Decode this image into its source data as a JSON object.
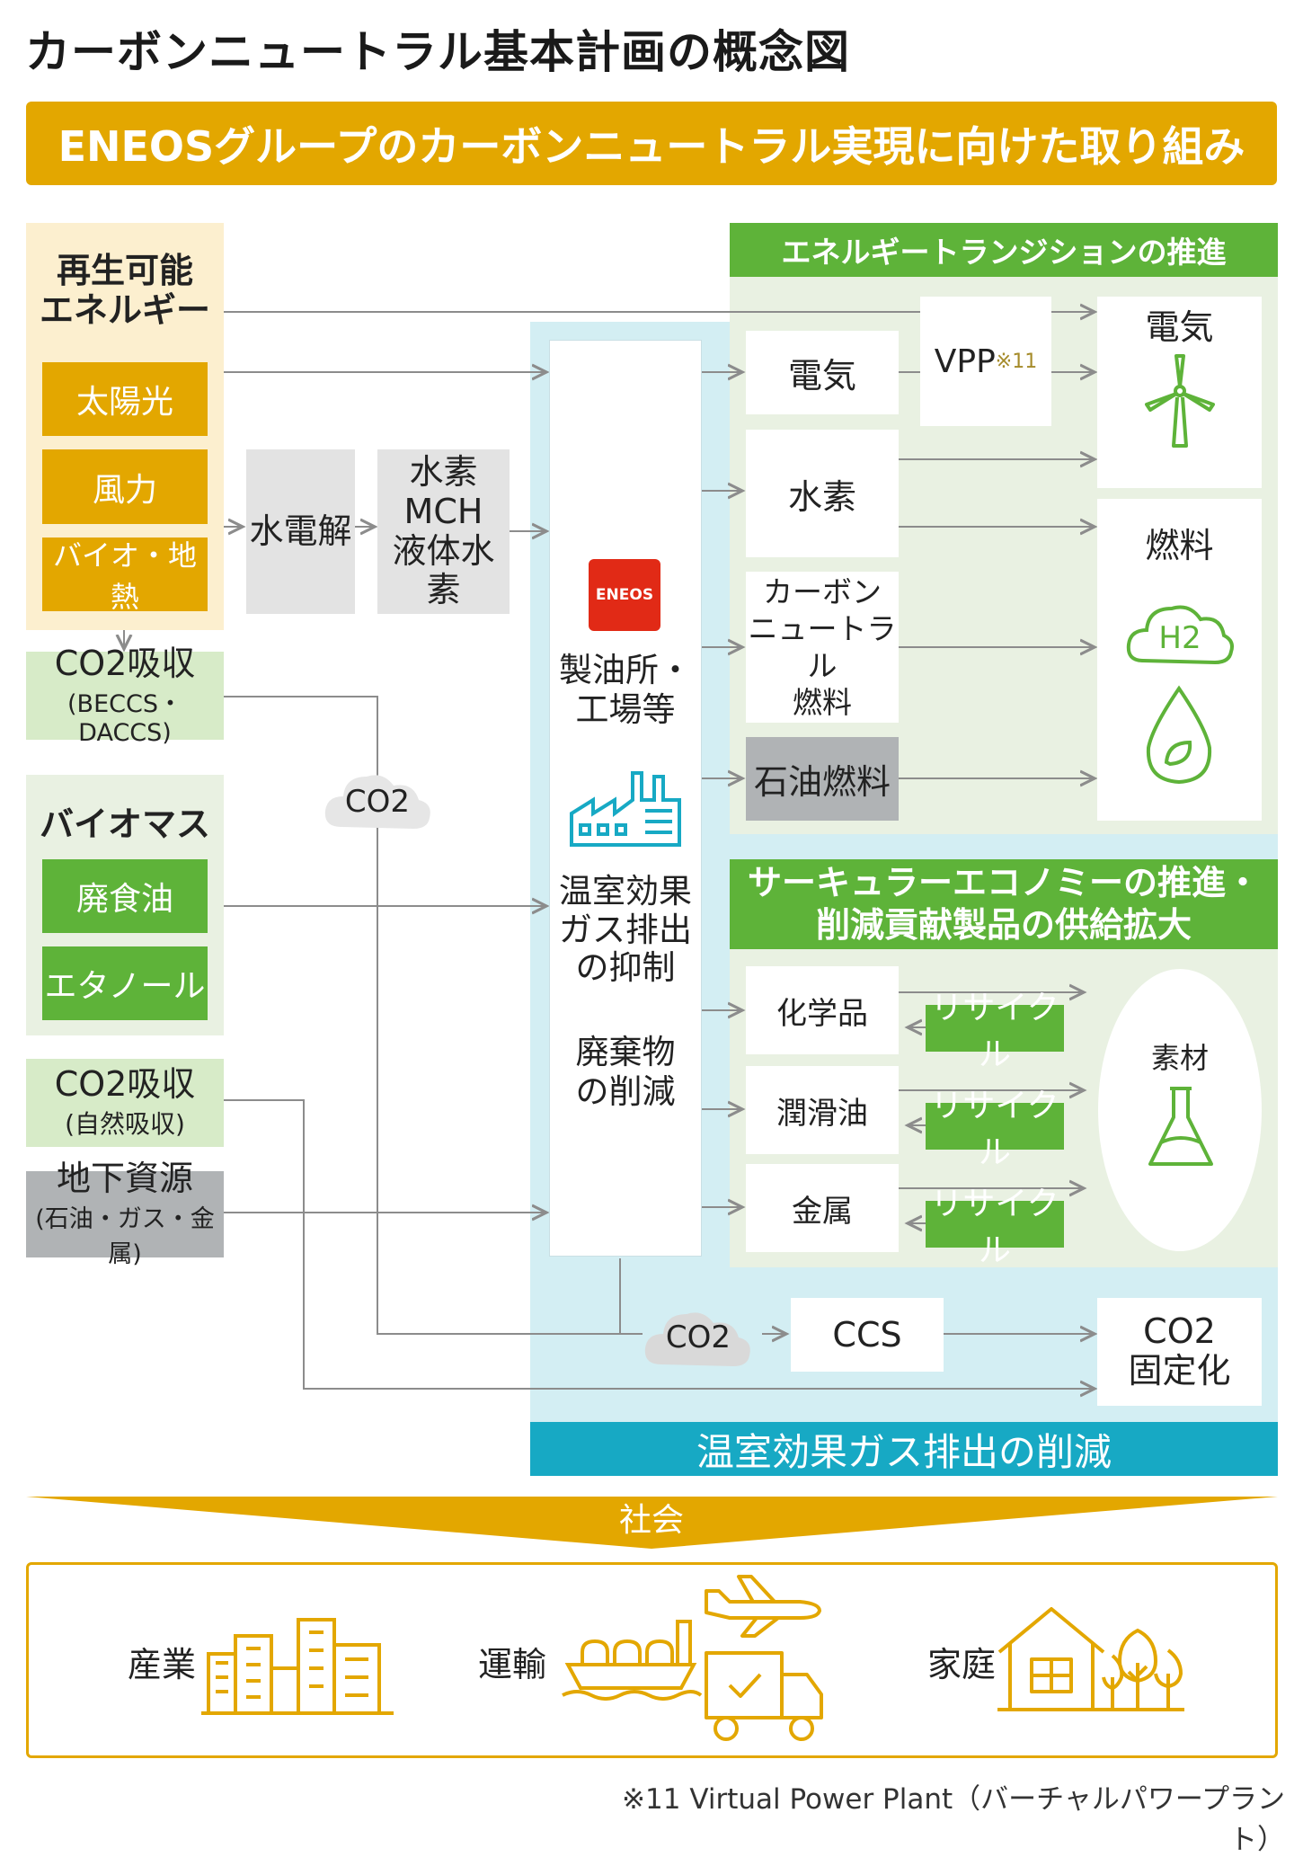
{
  "title": "カーボンニュートラル基本計画の概念図",
  "banner": "ENEOSグループのカーボンニュートラル実現に向けた取り組み",
  "left": {
    "renewable_title": "再生可能\nエネルギー",
    "solar": "太陽光",
    "wind": "風力",
    "bio_geo": "バイオ・地熱",
    "co2_capture_title": "CO2吸収",
    "co2_capture_sub": "(BECCS・DACCS)",
    "biomass_title": "バイオマス",
    "waste_oil": "廃食油",
    "ethanol": "エタノール",
    "co2_natural_title": "CO2吸収",
    "co2_natural_sub": "(自然吸収)",
    "underground_title": "地下資源",
    "underground_sub": "(石油・ガス・金属)"
  },
  "middle": {
    "electrolysis": "水電解",
    "hydrogen_forms": "水素\nMCH\n液体水素",
    "co2_cloud": "CO2"
  },
  "center": {
    "logo_text": "ENEOS",
    "refinery": "製油所・\n工場等",
    "ghg_suppress": "温室効果\nガス排出\nの抑制",
    "waste_reduce": "廃棄物\nの削減"
  },
  "energy_transition": {
    "heading": "エネルギートランジションの推進",
    "electricity": "電気",
    "hydrogen": "水素",
    "cn_fuel": "カーボン\nニュートラル\n燃料",
    "oil_fuel": "石油燃料",
    "vpp": "VPP",
    "vpp_note": "※11",
    "out_electricity": "電気",
    "out_fuel": "燃料",
    "h2_label": "H2"
  },
  "circular": {
    "heading": "サーキュラーエコノミーの推進・\n削減貢献製品の供給拡大",
    "chemicals": "化学品",
    "lubricants": "潤滑油",
    "metals": "金属",
    "recycle": "リサイクル",
    "materials": "素材"
  },
  "ghg": {
    "co2_cloud": "CO2",
    "ccs": "CCS",
    "fixation": "CO2\n固定化",
    "footer": "温室効果ガス排出の削減"
  },
  "society": {
    "label": "社会",
    "industry": "産業",
    "transport": "運輸",
    "household": "家庭"
  },
  "footnote": "※11 Virtual Power Plant（バーチャルパワープラント）",
  "colors": {
    "yellow": "#e3a700",
    "green": "#5eb339",
    "light_green": "#e9f1e2",
    "cyan": "#d3eef3",
    "teal": "#17a9c4",
    "grey": "#b0b3b5"
  }
}
